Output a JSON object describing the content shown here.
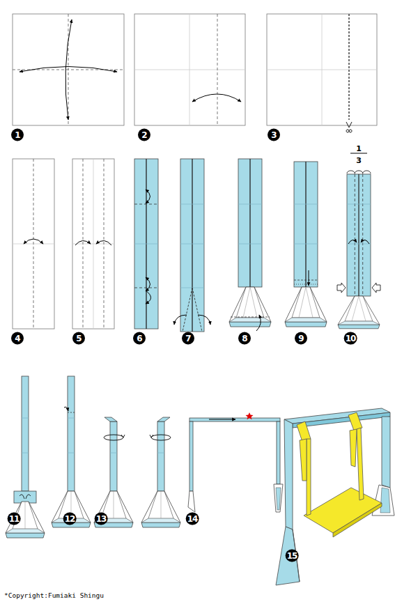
{
  "diagram": {
    "labels": [
      "1",
      "2",
      "3",
      "4",
      "5",
      "6",
      "7",
      "8",
      "9",
      "10",
      "11",
      "12",
      "13",
      "14",
      "15",
      "1",
      "3",
      "*Copyright:Fumiaki Shingu"
    ]
  }
}
